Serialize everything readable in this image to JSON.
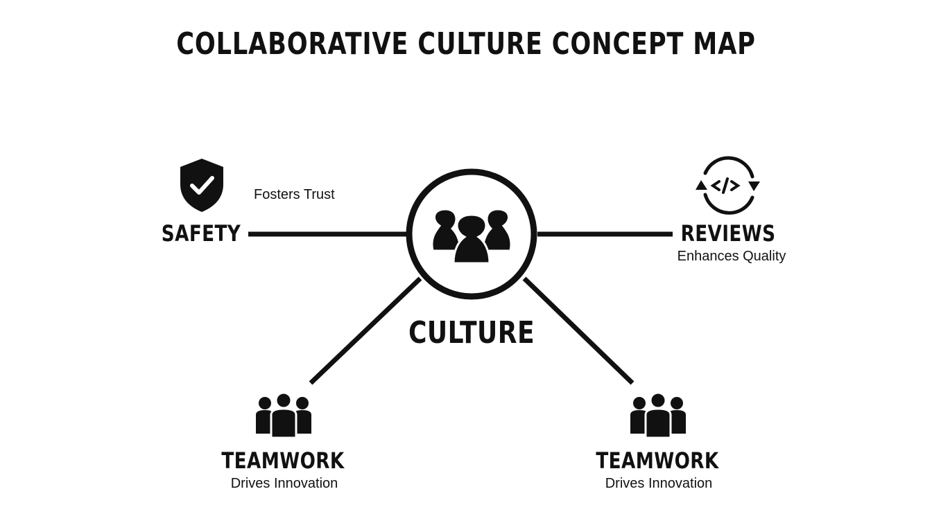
{
  "title": "COLLABORATIVE CULTURE CONCEPT MAP",
  "center": {
    "label": "CULTURE",
    "icon": "group-heads-icon"
  },
  "nodes": {
    "safety": {
      "label": "SAFETY",
      "relation": "Fosters Trust",
      "icon": "shield-check-icon"
    },
    "reviews": {
      "label": "REVIEWS",
      "relation": "Enhances Quality",
      "icon": "code-cycle-icon"
    },
    "teamwork_left": {
      "label": "TEAMWORK",
      "relation": "Drives Innovation",
      "icon": "team-people-icon"
    },
    "teamwork_right": {
      "label": "TEAMWORK",
      "relation": "Drives Innovation",
      "icon": "team-people-icon"
    }
  },
  "colors": {
    "ink": "#111111",
    "background": "#ffffff"
  }
}
